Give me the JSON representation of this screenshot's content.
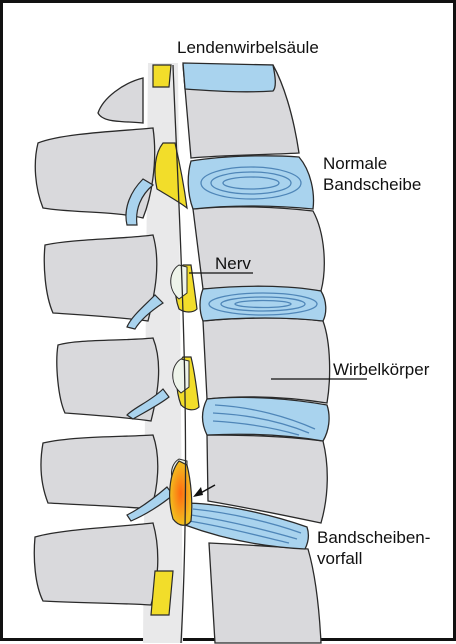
{
  "labels": {
    "title": "Lendenwirbelsäule",
    "normal_disc_line1": "Normale",
    "normal_disc_line2": "Bandscheibe",
    "nerve": "Nerv",
    "vertebral_body": "Wirbelkörper",
    "herniation_line1": "Bandscheiben-",
    "herniation_line2": "vorfall"
  },
  "colors": {
    "bone": "#d9d9dc",
    "disc": "#a9d3ee",
    "disc_ring": "#4f86b8",
    "nerve": "#f2dd2a",
    "herniation": "#f0a020",
    "outline": "#2a2a2a"
  }
}
